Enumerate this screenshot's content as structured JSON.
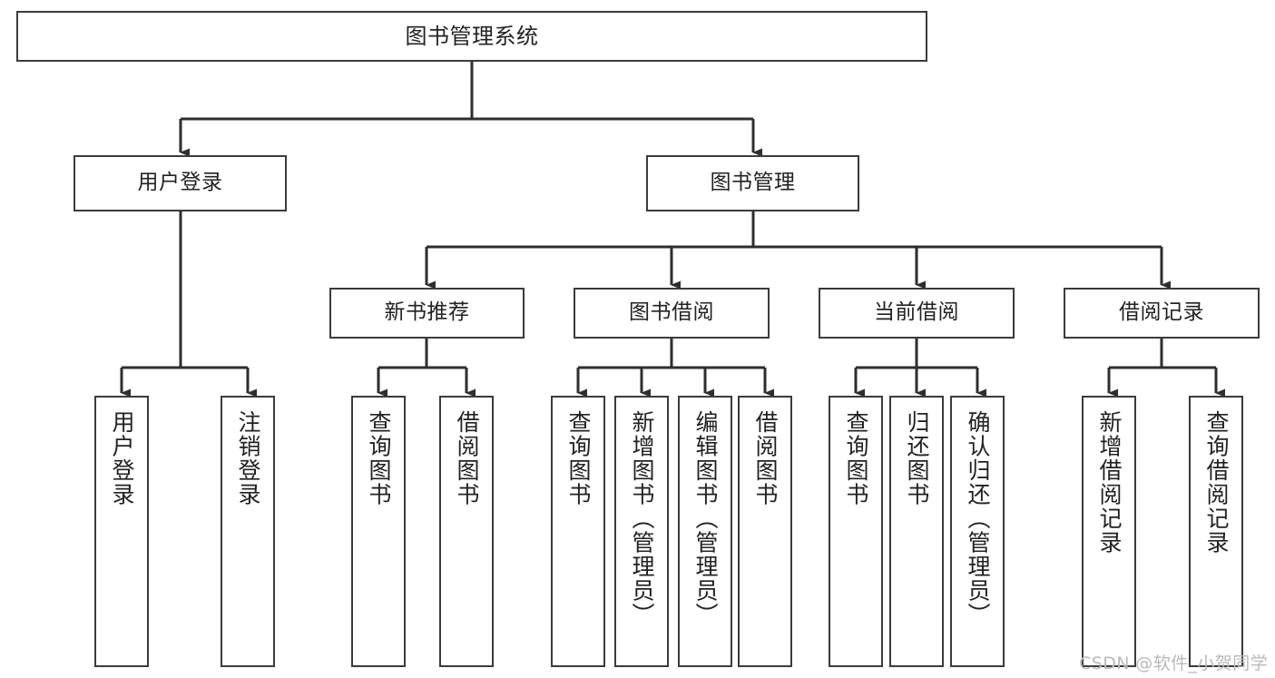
{
  "diagram": {
    "title": "图书管理系统",
    "type": "tree-hierarchy-chart",
    "watermark": "CSDN @软件_小贺同学",
    "colors": {
      "box_border": "#3b3b3b",
      "box_fill": "#ffffff",
      "edge": "#2e2e2e",
      "text": "#222222",
      "watermark": "#b9b9b9",
      "background": "#ffffff"
    },
    "levels": {
      "root": {
        "label": "图书管理系统"
      },
      "level2": [
        {
          "id": "user-login",
          "label": "用户登录"
        },
        {
          "id": "book-management",
          "label": "图书管理"
        }
      ],
      "level3": [
        {
          "id": "new-book-recommend",
          "label": "新书推荐",
          "parent": "book-management"
        },
        {
          "id": "book-borrow",
          "label": "图书借阅",
          "parent": "book-management"
        },
        {
          "id": "current-borrow",
          "label": "当前借阅",
          "parent": "book-management"
        },
        {
          "id": "borrow-record",
          "label": "借阅记录",
          "parent": "book-management"
        }
      ],
      "leaves": {
        "user-login": [
          {
            "id": "leaf-user-login",
            "label": "用户登录"
          },
          {
            "id": "leaf-user-logout",
            "label": "注销登录"
          }
        ],
        "new-book-recommend": [
          {
            "id": "leaf-query-book-1",
            "label": "查询图书"
          },
          {
            "id": "leaf-borrow-book-1",
            "label": "借阅图书"
          }
        ],
        "book-borrow": [
          {
            "id": "leaf-query-book-2",
            "label": "查询图书"
          },
          {
            "id": "leaf-add-book",
            "label": "新增图书（管理员）"
          },
          {
            "id": "leaf-edit-book",
            "label": "编辑图书（管理员）"
          },
          {
            "id": "leaf-borrow-book-2",
            "label": "借阅图书"
          }
        ],
        "current-borrow": [
          {
            "id": "leaf-query-book-3",
            "label": "查询图书"
          },
          {
            "id": "leaf-return-book",
            "label": "归还图书"
          },
          {
            "id": "leaf-confirm-return",
            "label": "确认归还（管理员）"
          }
        ],
        "borrow-record": [
          {
            "id": "leaf-add-record",
            "label": "新增借阅记录"
          },
          {
            "id": "leaf-query-record",
            "label": "查询借阅记录"
          }
        ]
      }
    }
  }
}
